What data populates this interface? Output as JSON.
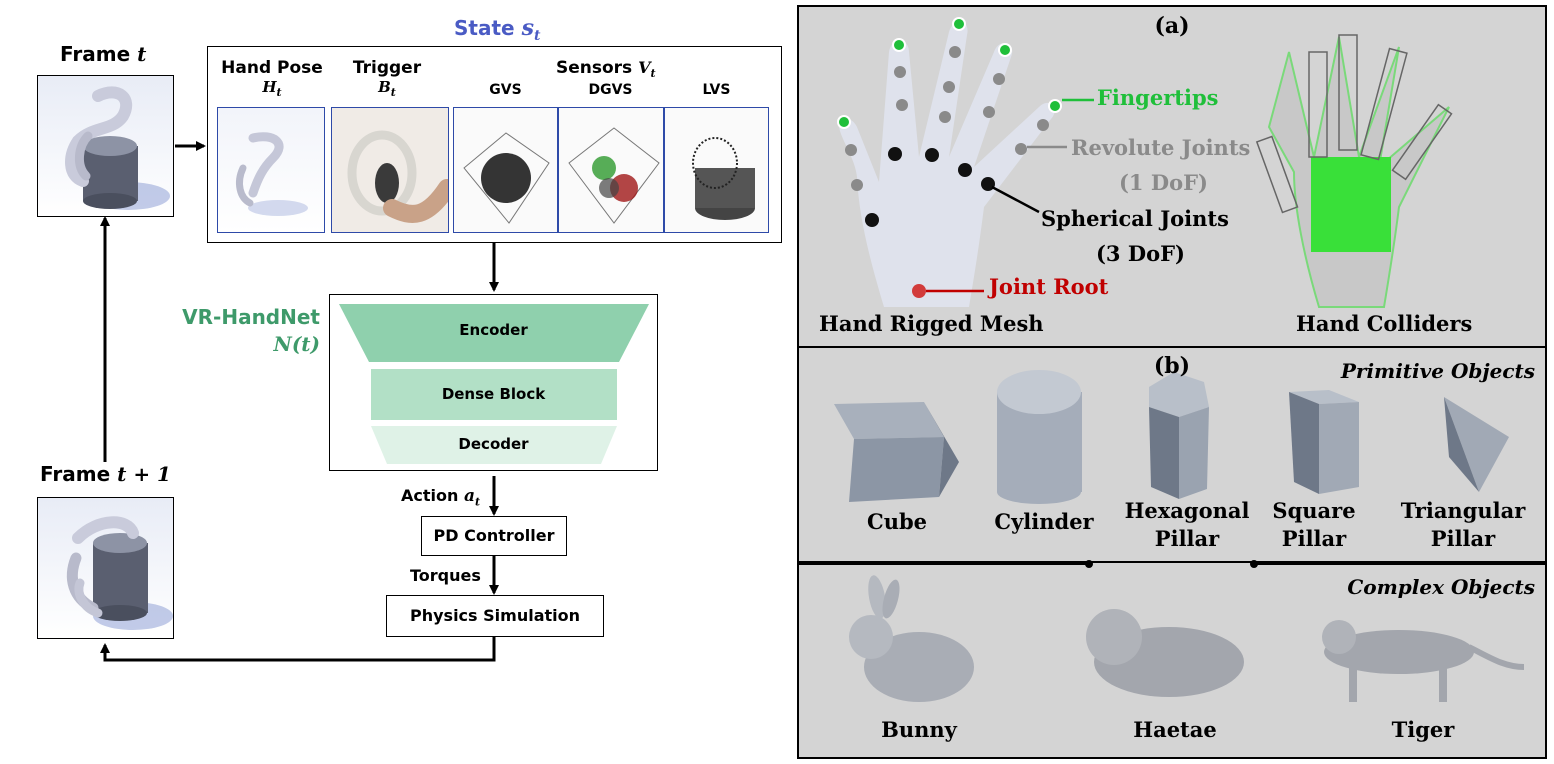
{
  "left": {
    "state_title": "State",
    "state_symbol": "s",
    "state_sub": "t",
    "frame_t": "Frame",
    "frame_t_var": "t",
    "frame_t1": "Frame",
    "frame_t1_var": "t + 1",
    "hand_pose": {
      "label": "Hand Pose",
      "symbol": "H",
      "sub": "t"
    },
    "trigger": {
      "label": "Trigger",
      "symbol": "B",
      "sub": "t"
    },
    "sensors": {
      "label": "Sensors",
      "symbol": "V",
      "sub": "t"
    },
    "sensor_names": [
      "GVS",
      "DGVS",
      "LVS"
    ],
    "net_name": "VR-HandNet",
    "net_symbol": "N(t)",
    "encoder": "Encoder",
    "dense": "Dense Block",
    "decoder": "Decoder",
    "action": "Action",
    "action_symbol": "a",
    "action_sub": "t",
    "pd": "PD Controller",
    "torques": "Torques",
    "physics": "Physics Simulation"
  },
  "right": {
    "a_label": "(a)",
    "b_label": "(b)",
    "fingertips": "Fingertips",
    "revolute": "Revolute Joints",
    "revolute_dof": "(1 DoF)",
    "spherical": "Spherical Joints",
    "spherical_dof": "(3 DoF)",
    "joint_root": "Joint Root",
    "rigged_mesh": "Hand Rigged Mesh",
    "colliders": "Hand Colliders",
    "primitive_title": "Primitive Objects",
    "complex_title": "Complex Objects",
    "primitives": [
      "Cube",
      "Cylinder",
      "Hexagonal Pillar",
      "Square Pillar",
      "Triangular Pillar"
    ],
    "complex": [
      "Bunny",
      "Haetae",
      "Tiger"
    ]
  },
  "colors": {
    "state_blue": "#4a5bc4",
    "net_green": "#3e9a6a",
    "encoder": "#8fd0ad",
    "dense": "#b2e0c6",
    "decoder": "#dff2e7",
    "fingertip_green": "#1fbf3a",
    "revolute_gray": "#8a8a8a",
    "root_red": "#c00000",
    "figure_bg": "#d4d4d4"
  }
}
